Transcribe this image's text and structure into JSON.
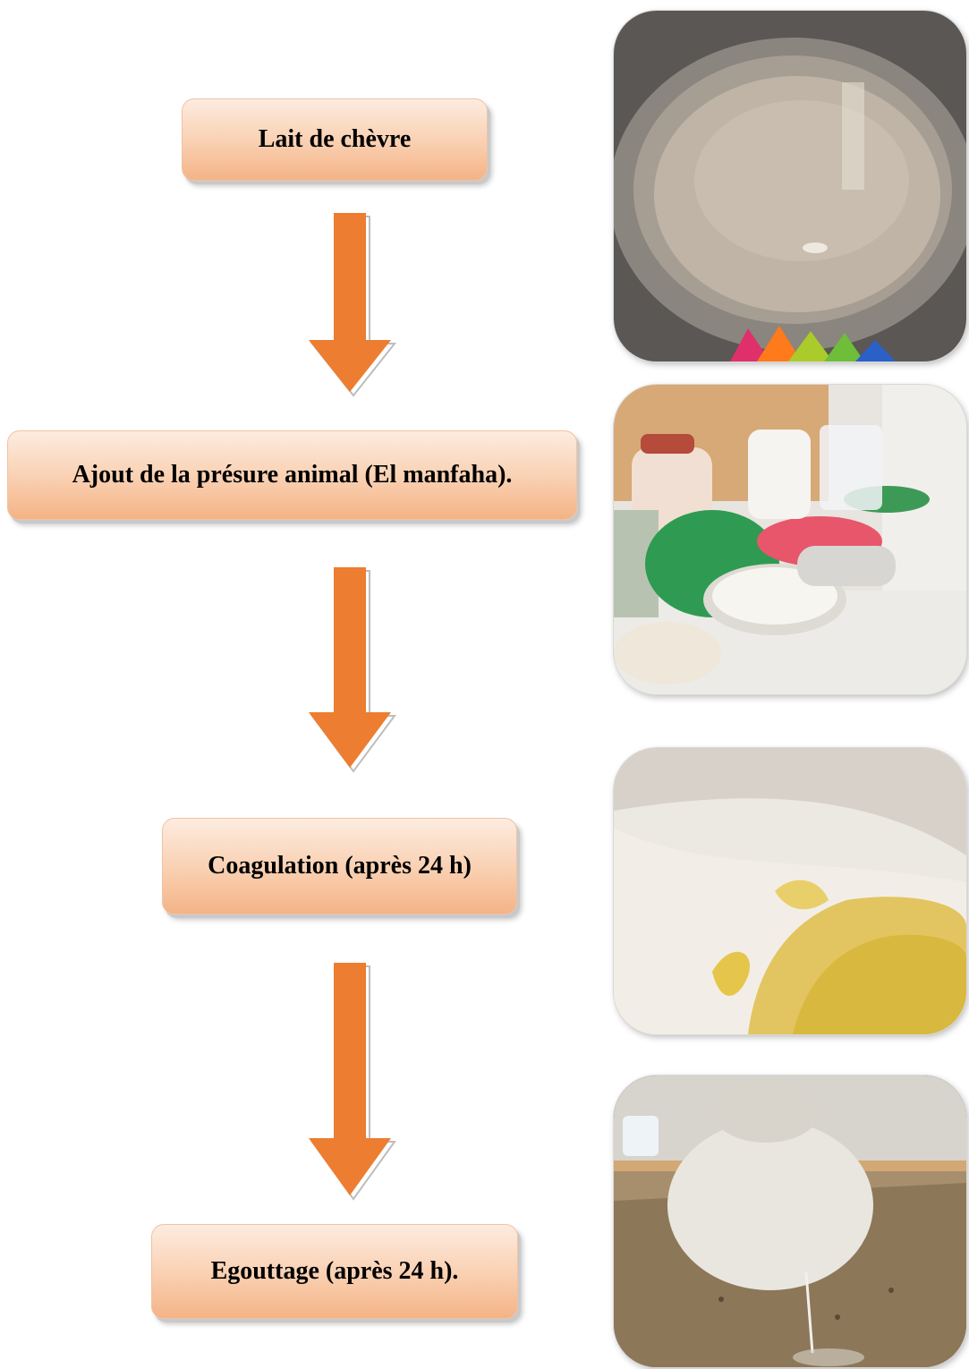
{
  "steps": [
    {
      "label": "Lait de chèvre"
    },
    {
      "label": "Ajout de la présure animal (El manfaha)."
    },
    {
      "label": "Coagulation (après 24 h)"
    },
    {
      "label": "Egouttage (après 24 h)."
    }
  ],
  "colors": {
    "arrow": "#ed7d31",
    "box_top": "#fdece0",
    "box_bottom": "#f4b386"
  },
  "icons": [
    "down-arrow-icon"
  ]
}
